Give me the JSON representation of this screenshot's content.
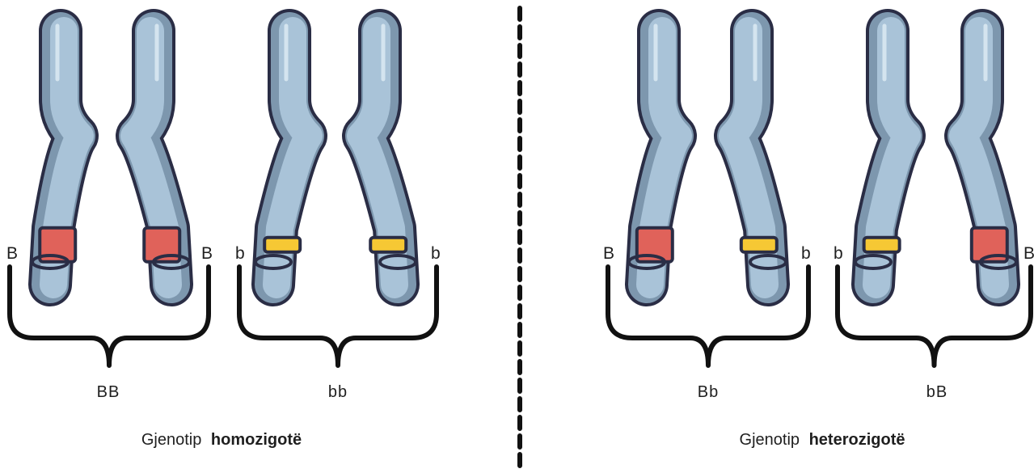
{
  "panels": [
    {
      "caption_prefix": "Gjenotip",
      "caption_bold": "homozigotë",
      "pairs": [
        {
          "label": "BB",
          "left_allele": "B",
          "right_allele": "B"
        },
        {
          "label": "bb",
          "left_allele": "b",
          "right_allele": "b"
        }
      ]
    },
    {
      "caption_prefix": "Gjenotip",
      "caption_bold": "heterozigotë",
      "pairs": [
        {
          "label": "Bb",
          "left_allele": "B",
          "right_allele": "b"
        },
        {
          "label": "bB",
          "left_allele": "b",
          "right_allele": "B"
        }
      ]
    }
  ],
  "colors": {
    "chromosome_fill": "#a9c3d8",
    "chromosome_shade": "#7d97ae",
    "chromosome_highlight": "#d9e8f2",
    "outline": "#2a2d45",
    "dominant_band": "#e0625a",
    "recessive_band": "#f6c834",
    "divider": "#111111"
  }
}
